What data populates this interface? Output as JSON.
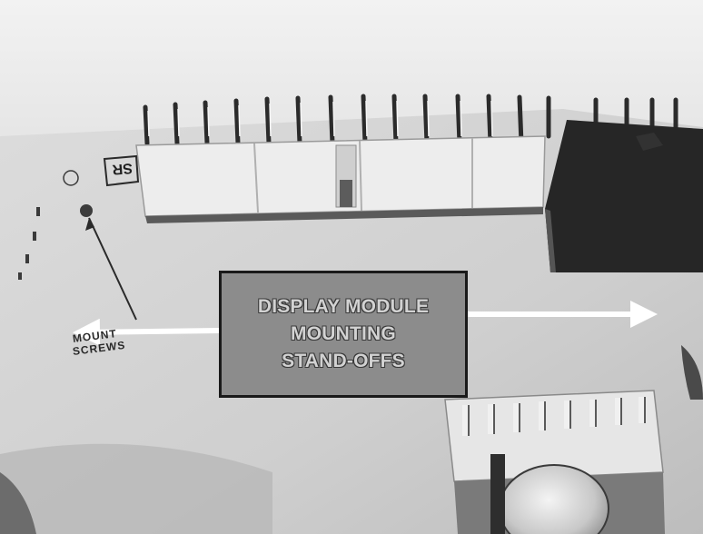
{
  "callout": {
    "lines": [
      "DISPLAY MODULE",
      "MOUNTING",
      "STAND-OFFS"
    ]
  },
  "pcb_silkscreen": {
    "lines": [
      "MOUNT",
      "SCREWS"
    ]
  },
  "colors": {
    "box_fill": "#8c8c8c",
    "box_border": "#1a1a1a",
    "text_fill": "#d2d2d2",
    "arrow": "#ffffff"
  }
}
